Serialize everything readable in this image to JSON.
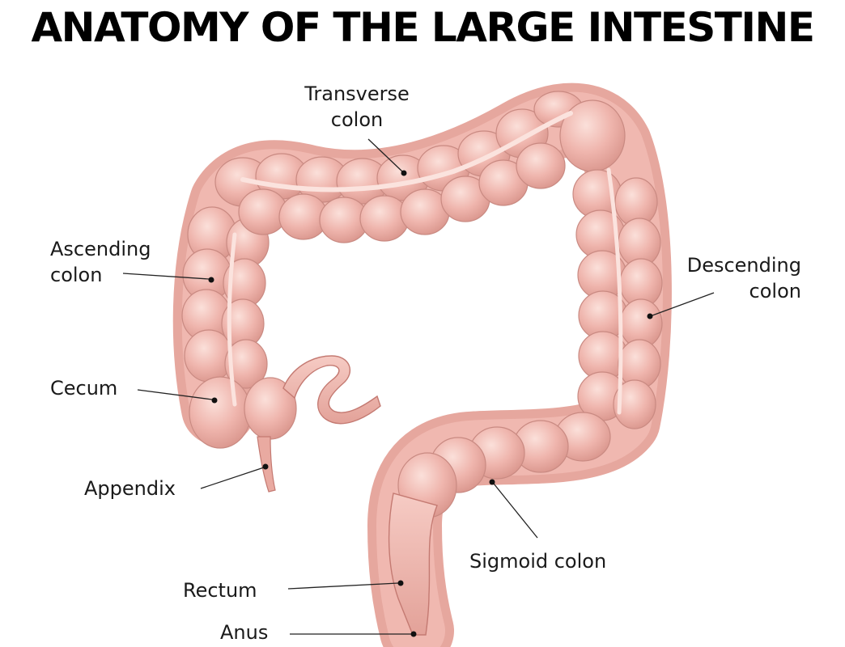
{
  "title": "ANATOMY OF THE LARGE INTESTINE",
  "labels": {
    "transverse_line1": "Transverse",
    "transverse_line2": "colon",
    "ascending_line1": "Ascending",
    "ascending_line2": "colon",
    "descending_line1": "Descending",
    "descending_line2": "colon",
    "cecum": "Cecum",
    "appendix": "Appendix",
    "sigmoid": "Sigmoid colon",
    "rectum": "Rectum",
    "anus": "Anus"
  },
  "colors": {
    "tissue_fill": "#efb5ad",
    "tissue_light": "#f8d3cc",
    "tissue_shadow": "#d98f86",
    "tissue_edge": "#c47a72"
  }
}
